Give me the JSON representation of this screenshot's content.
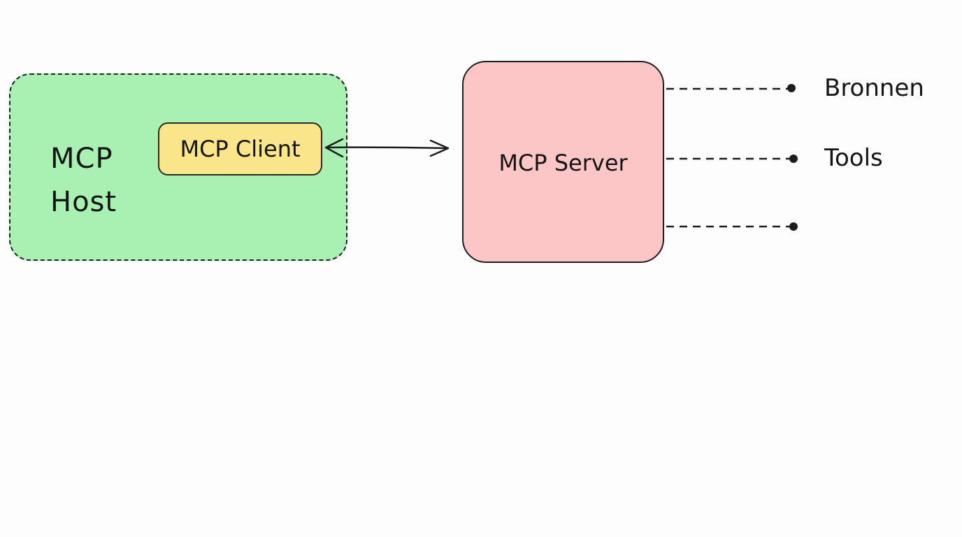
{
  "diagram": {
    "host": {
      "label": "MCP Host"
    },
    "client": {
      "label": "MCP Client"
    },
    "server": {
      "label": "MCP Server"
    },
    "connections": [
      {
        "label": "Bronnen"
      },
      {
        "label": "Tools"
      },
      {
        "label": ""
      }
    ],
    "colors": {
      "host_fill": "#a9f0b3",
      "client_fill": "#fbe58a",
      "server_fill": "#fcc6c7",
      "stroke": "#1e1e1e"
    }
  }
}
